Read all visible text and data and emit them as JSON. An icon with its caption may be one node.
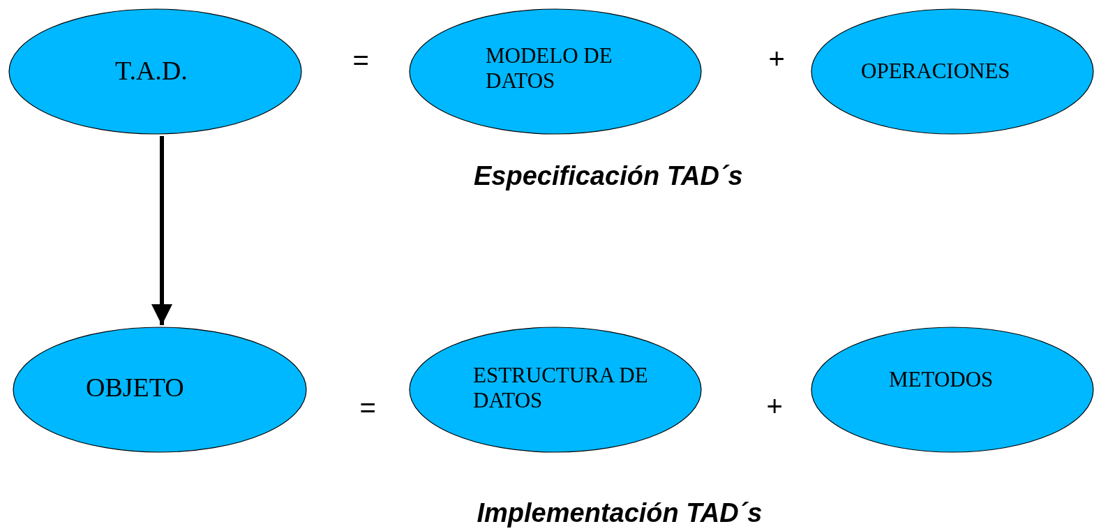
{
  "diagram": {
    "nodes": [
      {
        "text": [
          "T.A.D."
        ]
      },
      {
        "text": [
          "MODELO DE DATOS"
        ]
      },
      {
        "text": [
          "OPERACIONES"
        ]
      },
      {
        "text": [
          "OBJETO"
        ]
      },
      {
        "text": [
          "ESTRUCTURA DE DATOS"
        ]
      },
      {
        "text": [
          "METODOS"
        ]
      }
    ],
    "edges": [
      {
        "from": 0,
        "to": 3,
        "arrow": "to"
      }
    ],
    "labels": [
      "=",
      "+",
      "Especificación TAD´s",
      "=",
      "+",
      "Implementación TAD´s"
    ]
  }
}
